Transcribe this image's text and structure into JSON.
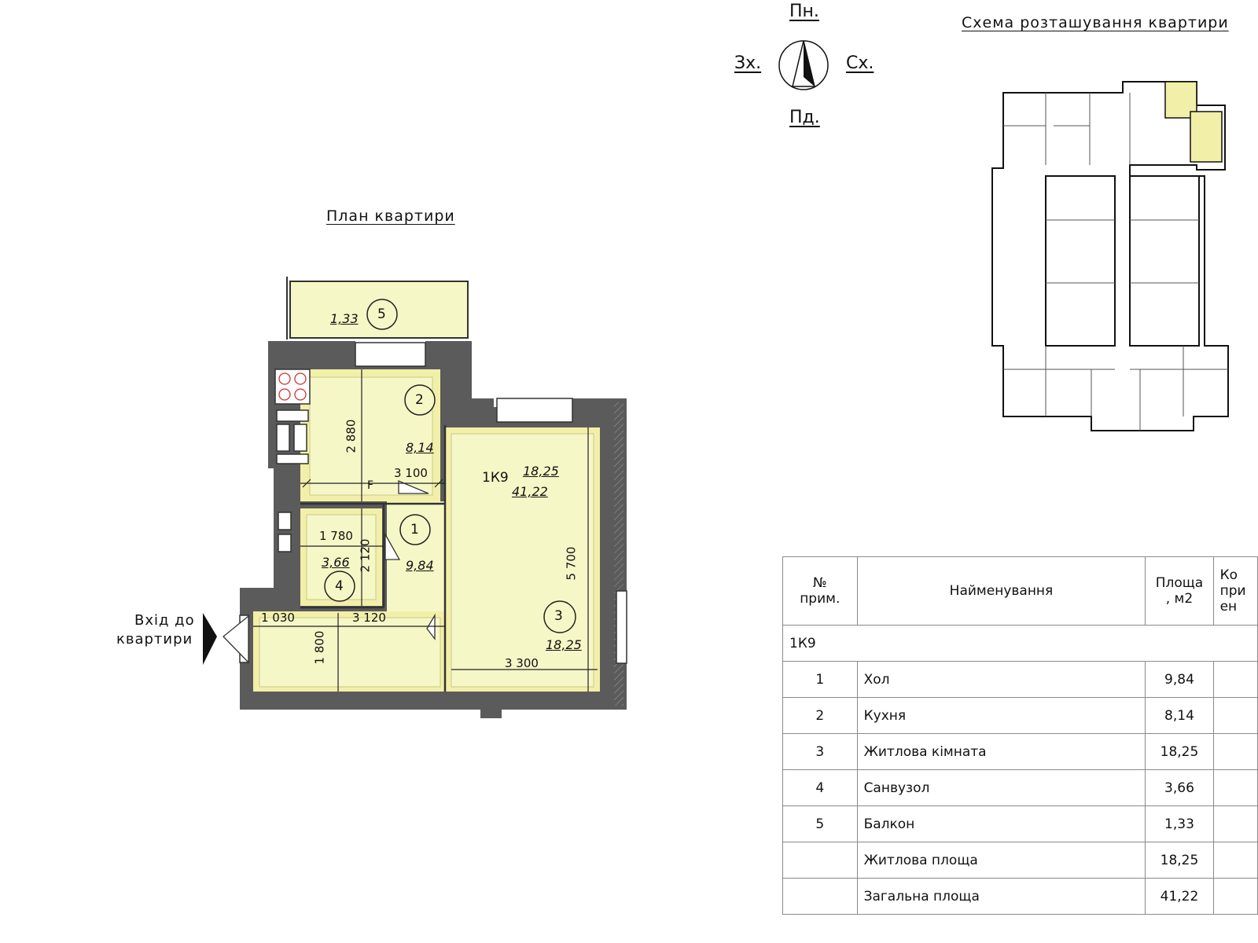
{
  "compass": {
    "north": "Пн.",
    "south": "Пд.",
    "west": "Зх.",
    "east": "Сх."
  },
  "titles": {
    "plan": "План квартири",
    "scheme": "Схема розташування квартири"
  },
  "entrance": {
    "line1": "Вхід до",
    "line2": "квартири"
  },
  "apartment": {
    "code": "1К9",
    "living_area": "18,25",
    "total_area": "41,22"
  },
  "rooms": [
    {
      "num": "1",
      "area": "9,84"
    },
    {
      "num": "2",
      "area": "8,14"
    },
    {
      "num": "3",
      "area": "18,25"
    },
    {
      "num": "4",
      "area": "3,66"
    },
    {
      "num": "5",
      "area": "1,33"
    }
  ],
  "dimensions": {
    "kitchen_h": "2 880",
    "kitchen_w": "3 100",
    "bath_w": "1 780",
    "bath_h": "2 120",
    "room_h": "5 700",
    "room_w": "3 300",
    "hall_a": "1 030",
    "hall_b": "3 120",
    "hall_h": "1 800"
  },
  "kitchen_mark": "F",
  "table": {
    "headers": {
      "num": "№\nприм.",
      "name": "Найменування",
      "area": "Площа\n, м2",
      "coef": "Ко\nпри\nен"
    },
    "group": "1К9",
    "rows": [
      {
        "num": "1",
        "name": "Хол",
        "area": "9,84"
      },
      {
        "num": "2",
        "name": "Кухня",
        "area": "8,14"
      },
      {
        "num": "3",
        "name": "Житлова кімната",
        "area": "18,25"
      },
      {
        "num": "4",
        "name": "Санвузол",
        "area": "3,66"
      },
      {
        "num": "5",
        "name": "Балкон",
        "area": "1,33"
      }
    ],
    "totals": [
      {
        "name": "Житлова площа",
        "area": "18,25"
      },
      {
        "name": "Загальна площа",
        "area": "41,22"
      }
    ]
  },
  "colors": {
    "wall": "#5a5a5a",
    "room": "#f6f7c6",
    "highlight": "#f2f0a8",
    "line": "#111111"
  }
}
